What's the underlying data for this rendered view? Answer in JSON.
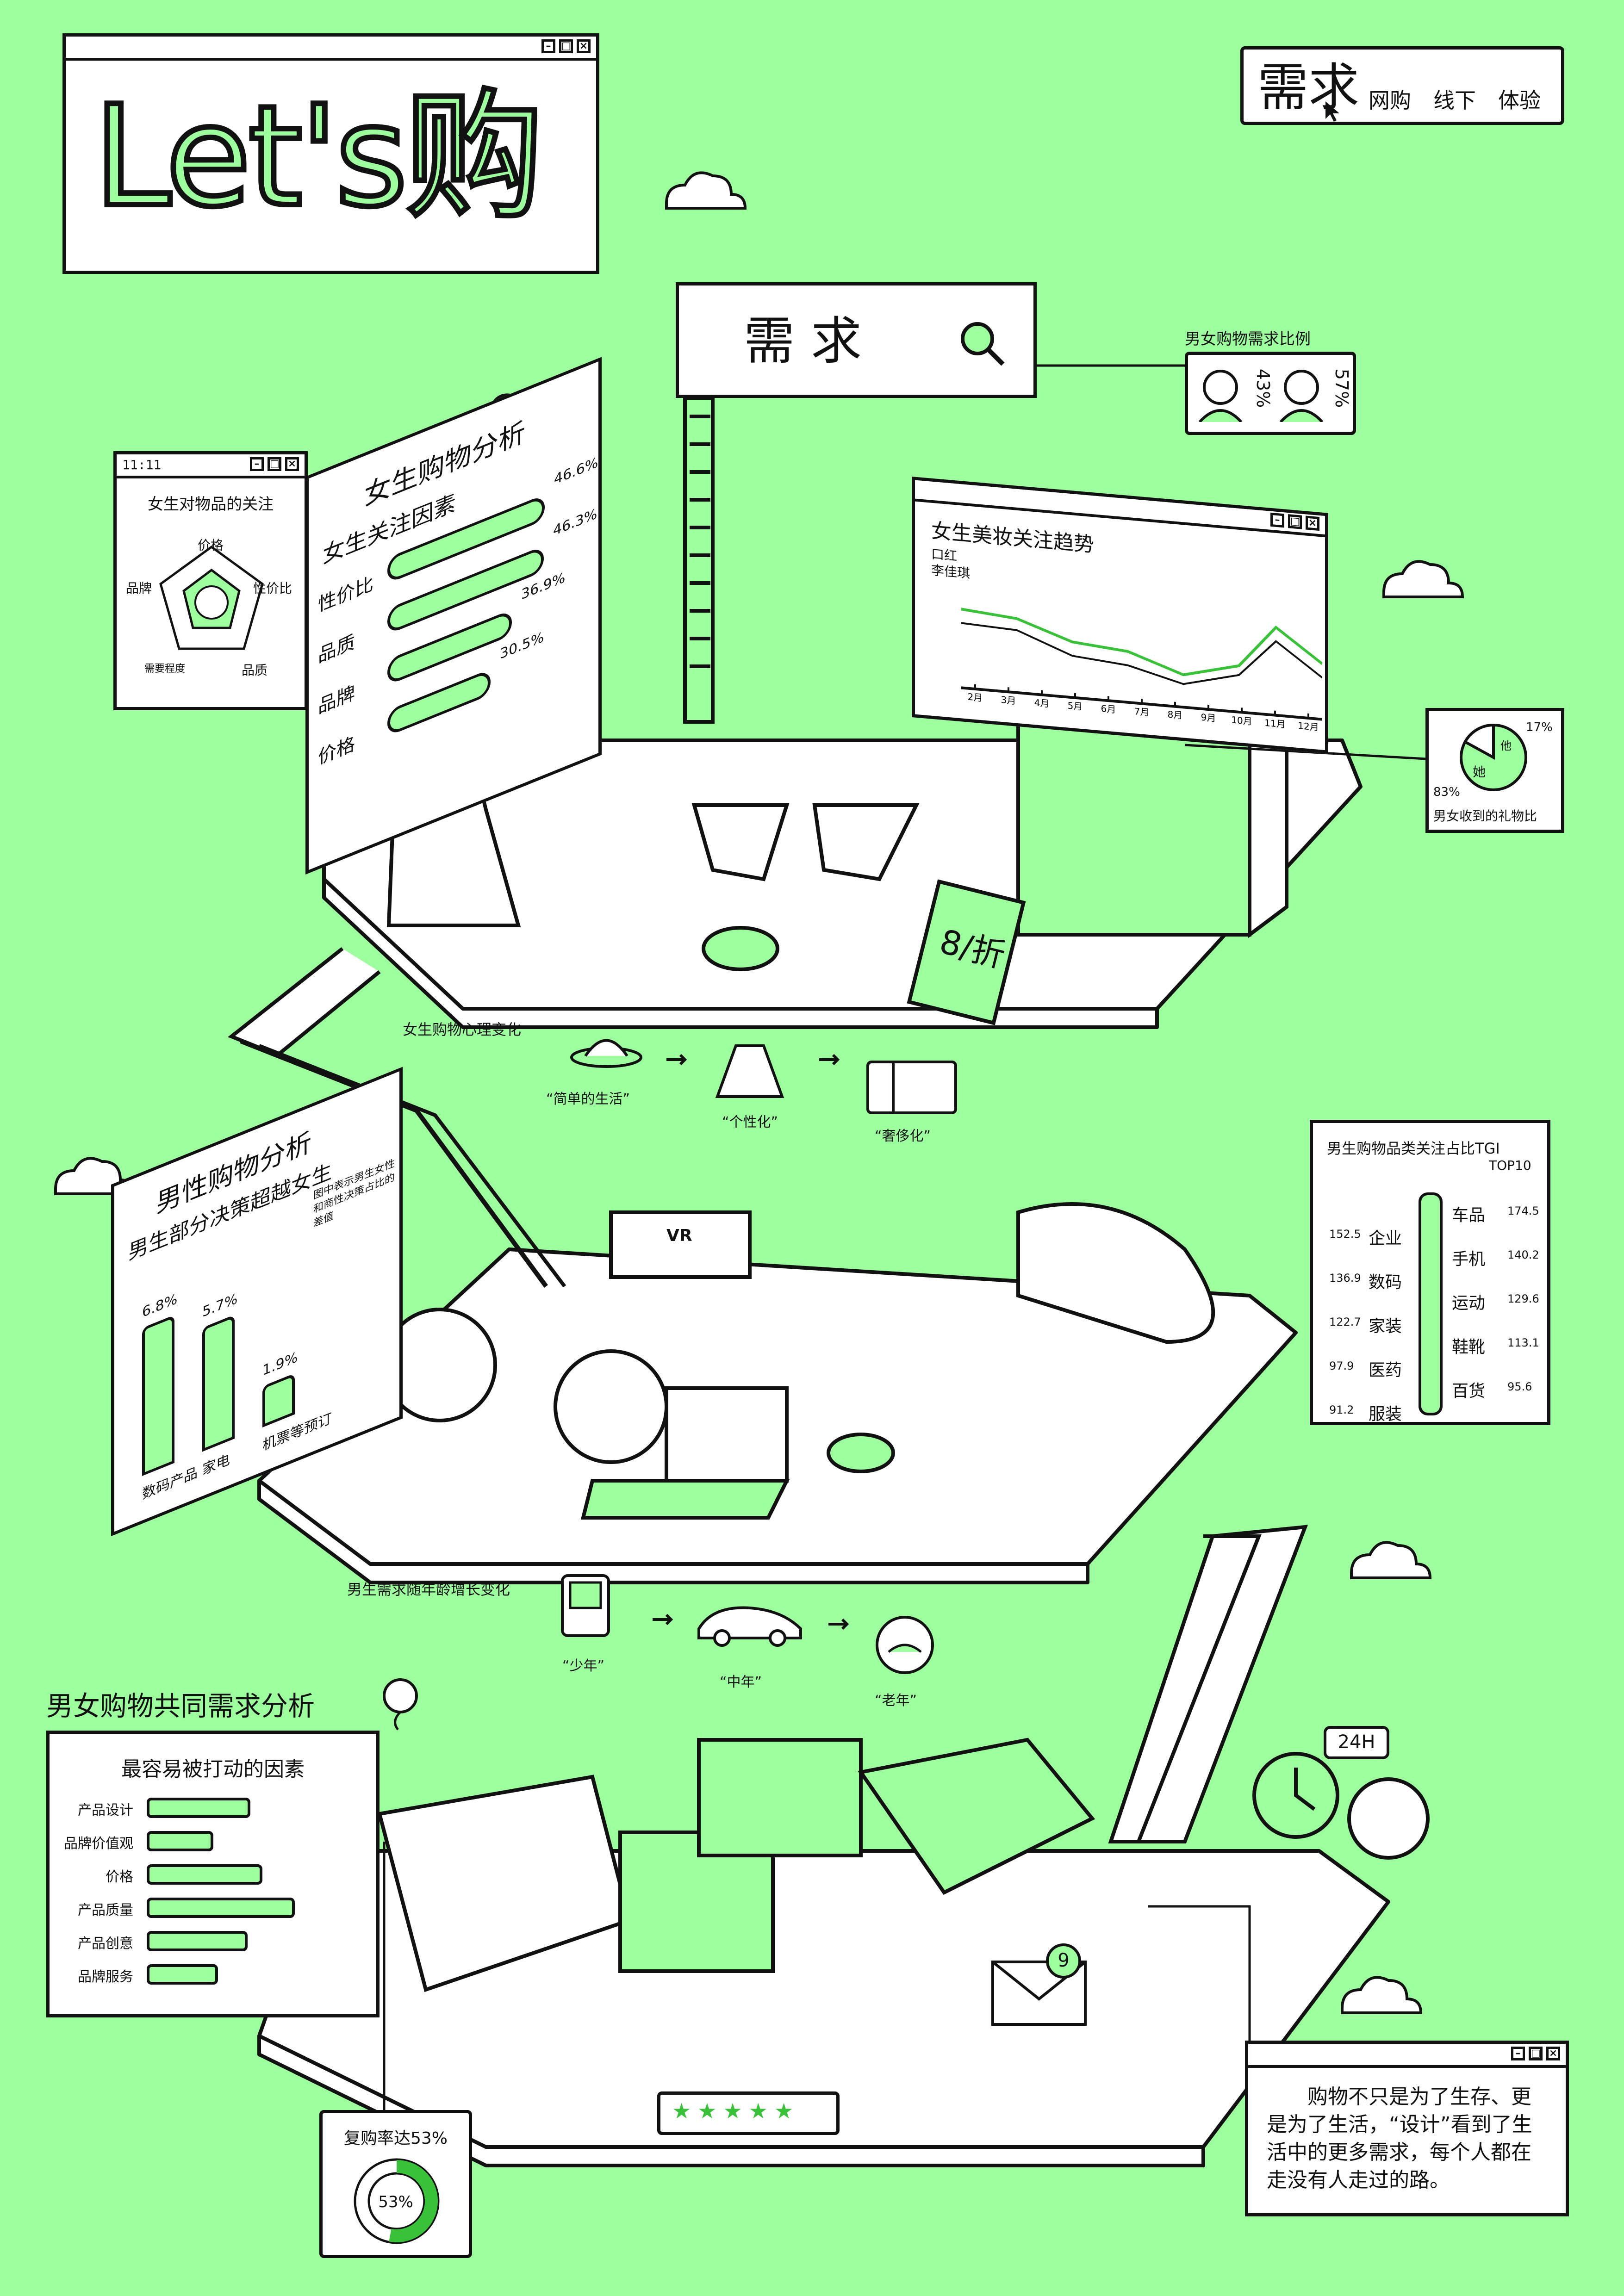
{
  "title_panel": {
    "title": "Let's购"
  },
  "nav": {
    "primary": "需求",
    "items": [
      "网购",
      "线下",
      "体验"
    ]
  },
  "search": {
    "label": "需 求"
  },
  "gender_ratio": {
    "title": "男女购物需求比例",
    "male": "43%",
    "female": "57%"
  },
  "focus_radar": {
    "time": "11:11",
    "title": "女生对物品的关注",
    "axes": [
      "价格",
      "性价比",
      "品质",
      "需要程度",
      "品牌"
    ]
  },
  "female_analysis": {
    "title": "女生购物分析",
    "subtitle": "女生关注因素",
    "items": [
      {
        "label": "性价比",
        "value": "46.6%",
        "pct": 0.466
      },
      {
        "label": "品质",
        "value": "46.3%",
        "pct": 0.463
      },
      {
        "label": "品牌",
        "value": "36.9%",
        "pct": 0.369
      },
      {
        "label": "价格",
        "value": "30.5%",
        "pct": 0.305
      }
    ]
  },
  "makeup_trend": {
    "title": "女生美妆关注趋势",
    "legend": [
      "口红",
      "李佳琪"
    ],
    "months": [
      "2月",
      "3月",
      "4月",
      "5月",
      "6月",
      "7月",
      "8月",
      "9月",
      "10月",
      "11月",
      "12月"
    ]
  },
  "gift_ratio": {
    "title": "男女收到的礼物比",
    "her": "她",
    "him": "他",
    "her_pct": "83%",
    "him_pct": "17%",
    "her_value": 0.83
  },
  "sale_tag": {
    "text": "8/折"
  },
  "female_psychology": {
    "title": "女生购物心理变化",
    "stages": [
      "“简单的生活”",
      "“个性化”",
      "“奢侈化”"
    ]
  },
  "male_analysis": {
    "title": "男性购物分析",
    "subtitle": "男生部分决策超越女生",
    "note": "图中表示男生女性和商性决策占比的差值",
    "bars": [
      {
        "label": "数码产品",
        "value": "6.8%",
        "num": 6.8
      },
      {
        "label": "家电",
        "value": "5.7%",
        "num": 5.7
      },
      {
        "label": "机票等预订",
        "value": "1.9%",
        "num": 1.9
      }
    ]
  },
  "tgi": {
    "title": "男生购物品类关注占比TGI",
    "subtitle": "TOP10",
    "left": [
      {
        "value": "152.5",
        "label": "企业"
      },
      {
        "value": "136.9",
        "label": "数码"
      },
      {
        "value": "122.7",
        "label": "家装"
      },
      {
        "value": "97.9",
        "label": "医药"
      },
      {
        "value": "91.2",
        "label": "服装"
      }
    ],
    "right": [
      {
        "label": "车品",
        "value": "174.5"
      },
      {
        "label": "手机",
        "value": "140.2"
      },
      {
        "label": "运动",
        "value": "129.6"
      },
      {
        "label": "鞋靴",
        "value": "113.1"
      },
      {
        "label": "百货",
        "value": "95.6"
      }
    ]
  },
  "male_age": {
    "title": "男生需求随年龄增长变化",
    "stages": [
      "“少年”",
      "“中年”",
      "“老年”"
    ]
  },
  "shared": {
    "title": "男女购物共同需求分析",
    "panel_title": "最容易被打动的因素",
    "items": [
      {
        "label": "产品设计",
        "pct": 0.7
      },
      {
        "label": "品牌价值观",
        "pct": 0.45
      },
      {
        "label": "价格",
        "pct": 0.78
      },
      {
        "label": "产品质量",
        "pct": 1.0
      },
      {
        "label": "产品创意",
        "pct": 0.68
      },
      {
        "label": "品牌服务",
        "pct": 0.48
      }
    ]
  },
  "repurchase": {
    "title": "复购率达53%",
    "value": "53%",
    "fraction": 0.53
  },
  "clock_badge": {
    "text": "24H"
  },
  "mail_badge": {
    "text": "9"
  },
  "rating": {
    "stars": 5
  },
  "closing_note": {
    "text": "购物不只是为了生存、更是为了生活，“设计”看到了生活中的更多需求，每个人都在走没有人走过的路。"
  },
  "vr_label": {
    "text": "VR"
  },
  "colors": {
    "background": "#9dff9d",
    "accent": "#39c239",
    "ink": "#111111"
  }
}
